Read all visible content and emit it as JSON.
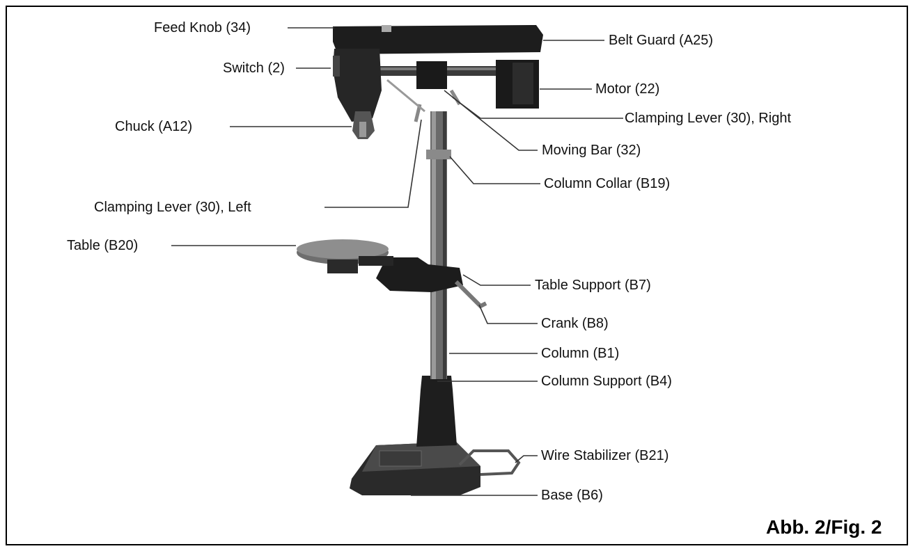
{
  "labels": {
    "feed_knob": "Feed Knob (34)",
    "switch": "Switch (2)",
    "chuck": "Chuck (A12)",
    "clamping_lever_left": "Clamping Lever (30), Left",
    "table": "Table (B20)",
    "belt_guard": "Belt Guard (A25)",
    "motor": "Motor (22)",
    "clamping_lever_right": "Clamping Lever (30), Right",
    "moving_bar": "Moving Bar (32)",
    "column_collar": "Column Collar (B19)",
    "table_support": "Table Support (B7)",
    "crank": "Crank (B8)",
    "column": "Column (B1)",
    "column_support": "Column Support (B4)",
    "wire_stabilizer": "Wire Stabilizer (B21)",
    "base": "Base (B6)"
  },
  "caption": "Abb. 2/Fig. 2"
}
